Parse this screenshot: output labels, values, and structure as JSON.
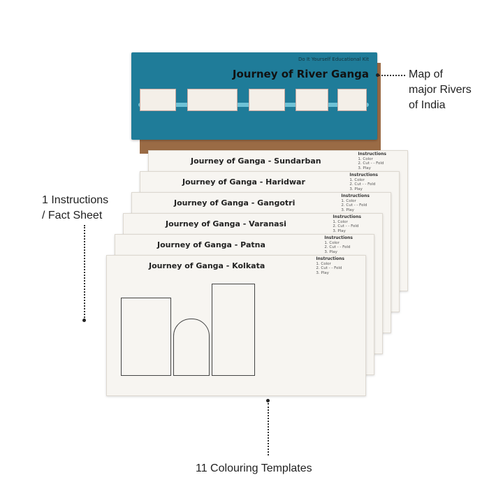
{
  "kit": {
    "subtitle": "Do It Yourself Educational Kit",
    "title": "Journey of River Ganga",
    "box_color": "#1f7c99"
  },
  "cards": [
    {
      "title": "Journey of Ganga - Sundarban"
    },
    {
      "title": "Journey of Ganga - Haridwar"
    },
    {
      "title": "Journey of Ganga - Gangotri"
    },
    {
      "title": "Journey of Ganga - Varanasi"
    },
    {
      "title": "Journey of Ganga - Patna"
    },
    {
      "title": "Journey of Ganga - Kolkata"
    }
  ],
  "instructions": {
    "heading": "Instructions",
    "step1": "1. Color",
    "step2": "2. Cut - - Fold",
    "step3": "3. Play"
  },
  "annotations": {
    "map": [
      "Map of",
      "major Rivers",
      "of India"
    ],
    "fact_sheet": [
      "1 Instructions",
      "/ Fact Sheet"
    ],
    "templates": "11 Colouring Templates"
  }
}
